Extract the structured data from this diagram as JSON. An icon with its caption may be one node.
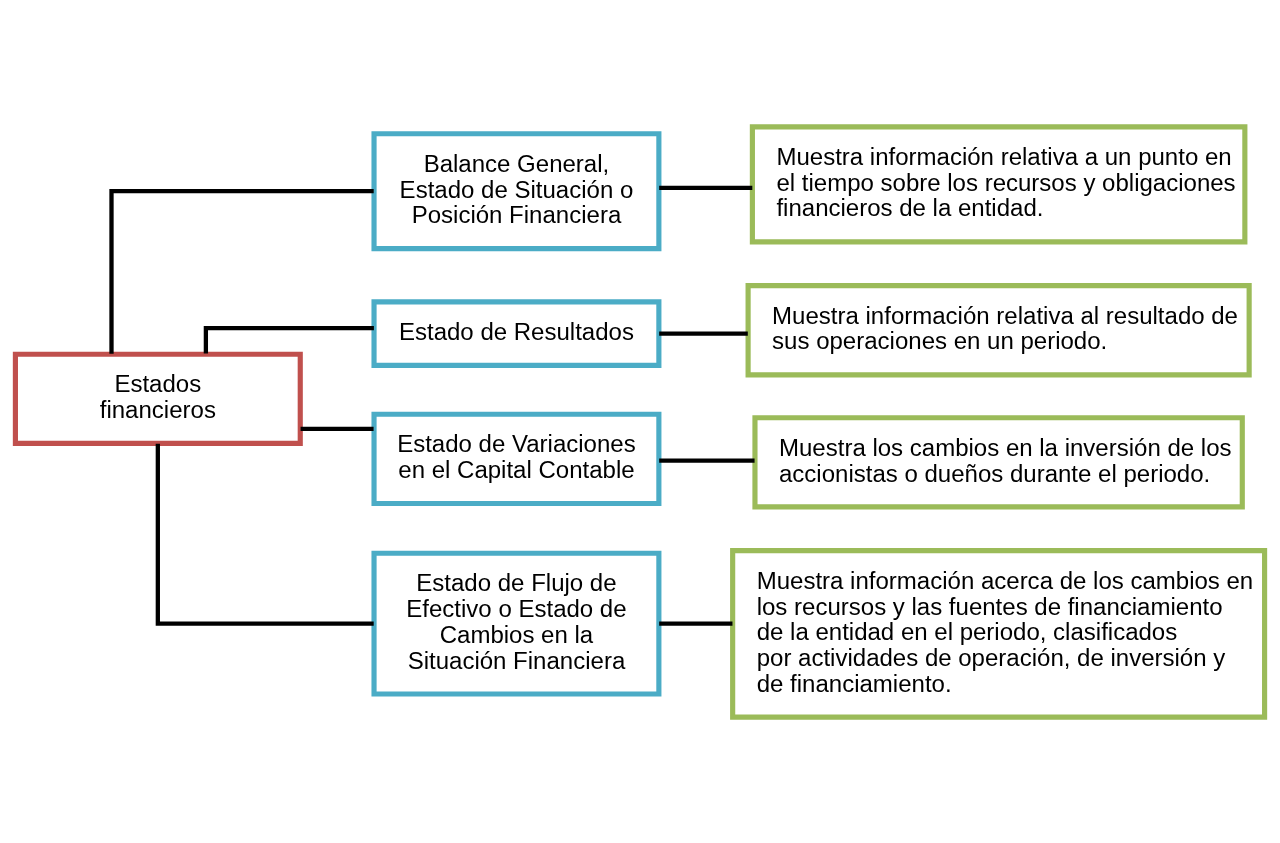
{
  "diagram": {
    "nodes": [
      {
        "text": [
          "Estados financieros"
        ]
      },
      {
        "text": [
          "Balance General, Estado de Situación o Posición Financiera"
        ]
      },
      {
        "text": [
          "Muestra información relativa a un punto en el tiempo sobre los recursos y obligaciones financieros de la entidad."
        ]
      },
      {
        "text": [
          "Estado de Resultados"
        ]
      },
      {
        "text": [
          "Muestra información relativa al resultado de sus operaciones en un periodo."
        ]
      },
      {
        "text": [
          "Estado de Variaciones en el Capital Contable"
        ]
      },
      {
        "text": [
          "Muestra los cambios en la inversión de los accionistas o dueños durante el periodo."
        ]
      },
      {
        "text": [
          "Estado de Flujo de Efectivo o Estado de Cambios en la Situación Financiera"
        ]
      },
      {
        "text": [
          "Muestra información acerca de los cambios en los recursos y las fuentes de financiamiento de la entidad en el periodo, clasificados por actividades de operación, de inversión y de financiamiento."
        ]
      }
    ],
    "edges": [
      {
        "from": 0,
        "to": 1,
        "arrow": "none"
      },
      {
        "from": 0,
        "to": 3,
        "arrow": "none"
      },
      {
        "from": 0,
        "to": 5,
        "arrow": "none"
      },
      {
        "from": 0,
        "to": 7,
        "arrow": "none"
      },
      {
        "from": 1,
        "to": 2,
        "arrow": "none"
      },
      {
        "from": 3,
        "to": 4,
        "arrow": "none"
      },
      {
        "from": 5,
        "to": 6,
        "arrow": "none"
      },
      {
        "from": 7,
        "to": 8,
        "arrow": "none"
      }
    ]
  }
}
